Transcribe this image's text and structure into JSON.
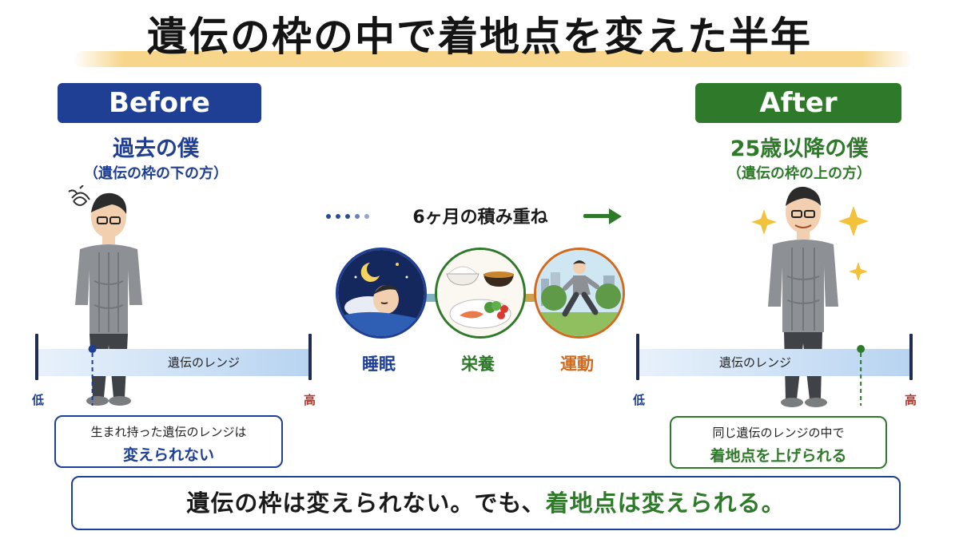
{
  "title": "遺伝の枠の中で着地点を変えた半年",
  "before": {
    "label": "Before",
    "subtitle": "過去の僕",
    "note": "（遺伝の枠の下の方）"
  },
  "after": {
    "label": "After",
    "subtitle": "25歳以降の僕",
    "note": "（遺伝の枠の上の方）"
  },
  "middle": {
    "heading": "6ヶ月の積み重ね",
    "habits": [
      {
        "label": "睡眠",
        "color": "#1f3f94",
        "icon": "sleep-icon"
      },
      {
        "label": "栄養",
        "color": "#2f7a2a",
        "icon": "meal-icon"
      },
      {
        "label": "運動",
        "color": "#d26a1e",
        "icon": "running-icon"
      }
    ]
  },
  "range": {
    "label": "遺伝のレンジ",
    "low": "低",
    "high": "高",
    "before_position": 0.2,
    "after_position": 0.82
  },
  "notes": {
    "before_line1": "生まれ持った遺伝のレンジは",
    "before_line2": "変えられない",
    "after_line1": "同じ遺伝のレンジの中で",
    "after_line2": "着地点を上げられる"
  },
  "message": {
    "part1": "遺伝の枠は変えられない。でも、",
    "part2": "着地点は変えられる。"
  },
  "colors": {
    "before_blue": "#1f3f94",
    "after_green": "#2f7a2a",
    "high_red": "#c0362c",
    "title_highlight": "#f7d58a"
  }
}
